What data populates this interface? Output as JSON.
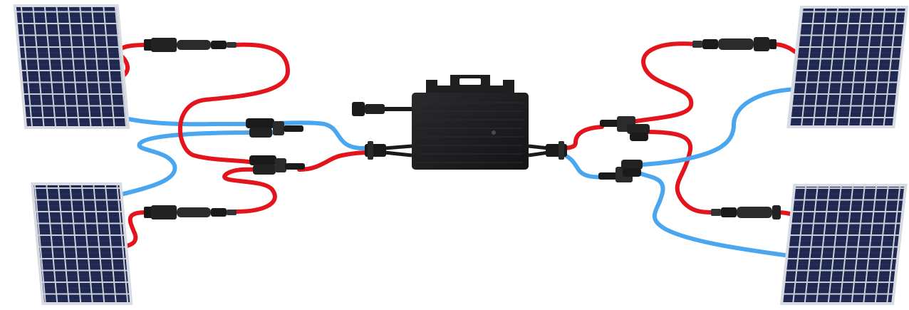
{
  "diagram": {
    "panel_count": 4,
    "inverter_count": 1,
    "connector_pairs": 4,
    "branch_connectors": 4
  },
  "colors": {
    "background": "#ffffff",
    "positive_cable": "#e3141c",
    "negative_cable": "#4aa6ee",
    "panel_cell": "#1f2850",
    "panel_grid": "#c9ced9",
    "panel_frame": "#d8dbe2",
    "inverter_body": "#1b1b1d",
    "connector": "#1a1a1a"
  },
  "icons": {
    "panel": "solar-panel-icon",
    "inverter": "microinverter-icon",
    "connector": "mc4-connector-icon",
    "branch": "y-branch-connector-icon"
  }
}
